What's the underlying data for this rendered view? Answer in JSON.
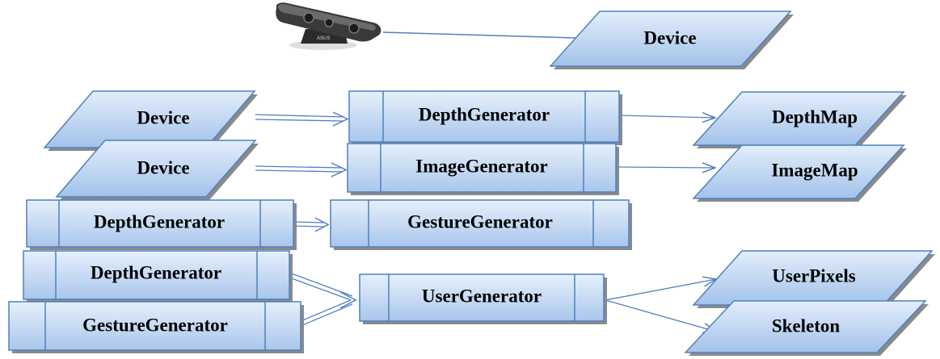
{
  "sensor": {
    "icon": "kinect-depth-sensor-icon",
    "brand": "ASUS"
  },
  "top_device": {
    "label": "Device"
  },
  "row1": {
    "input": "Device",
    "generator": "DepthGenerator",
    "output": "DepthMap"
  },
  "row2": {
    "input": "Device",
    "generator": "ImageGenerator",
    "output": "ImageMap"
  },
  "row3": {
    "input": "DepthGenerator",
    "generator": "GestureGenerator"
  },
  "row4": {
    "input_a": "DepthGenerator",
    "input_b": "GestureGenerator",
    "generator": "UserGenerator",
    "output_a": "UserPixels",
    "output_b": "Skeleton"
  },
  "colors": {
    "fill_light": "#dbe8f8",
    "fill_dark": "#a9c6ec",
    "stroke": "#4f81bd",
    "shadow": "#8a8a8a"
  }
}
